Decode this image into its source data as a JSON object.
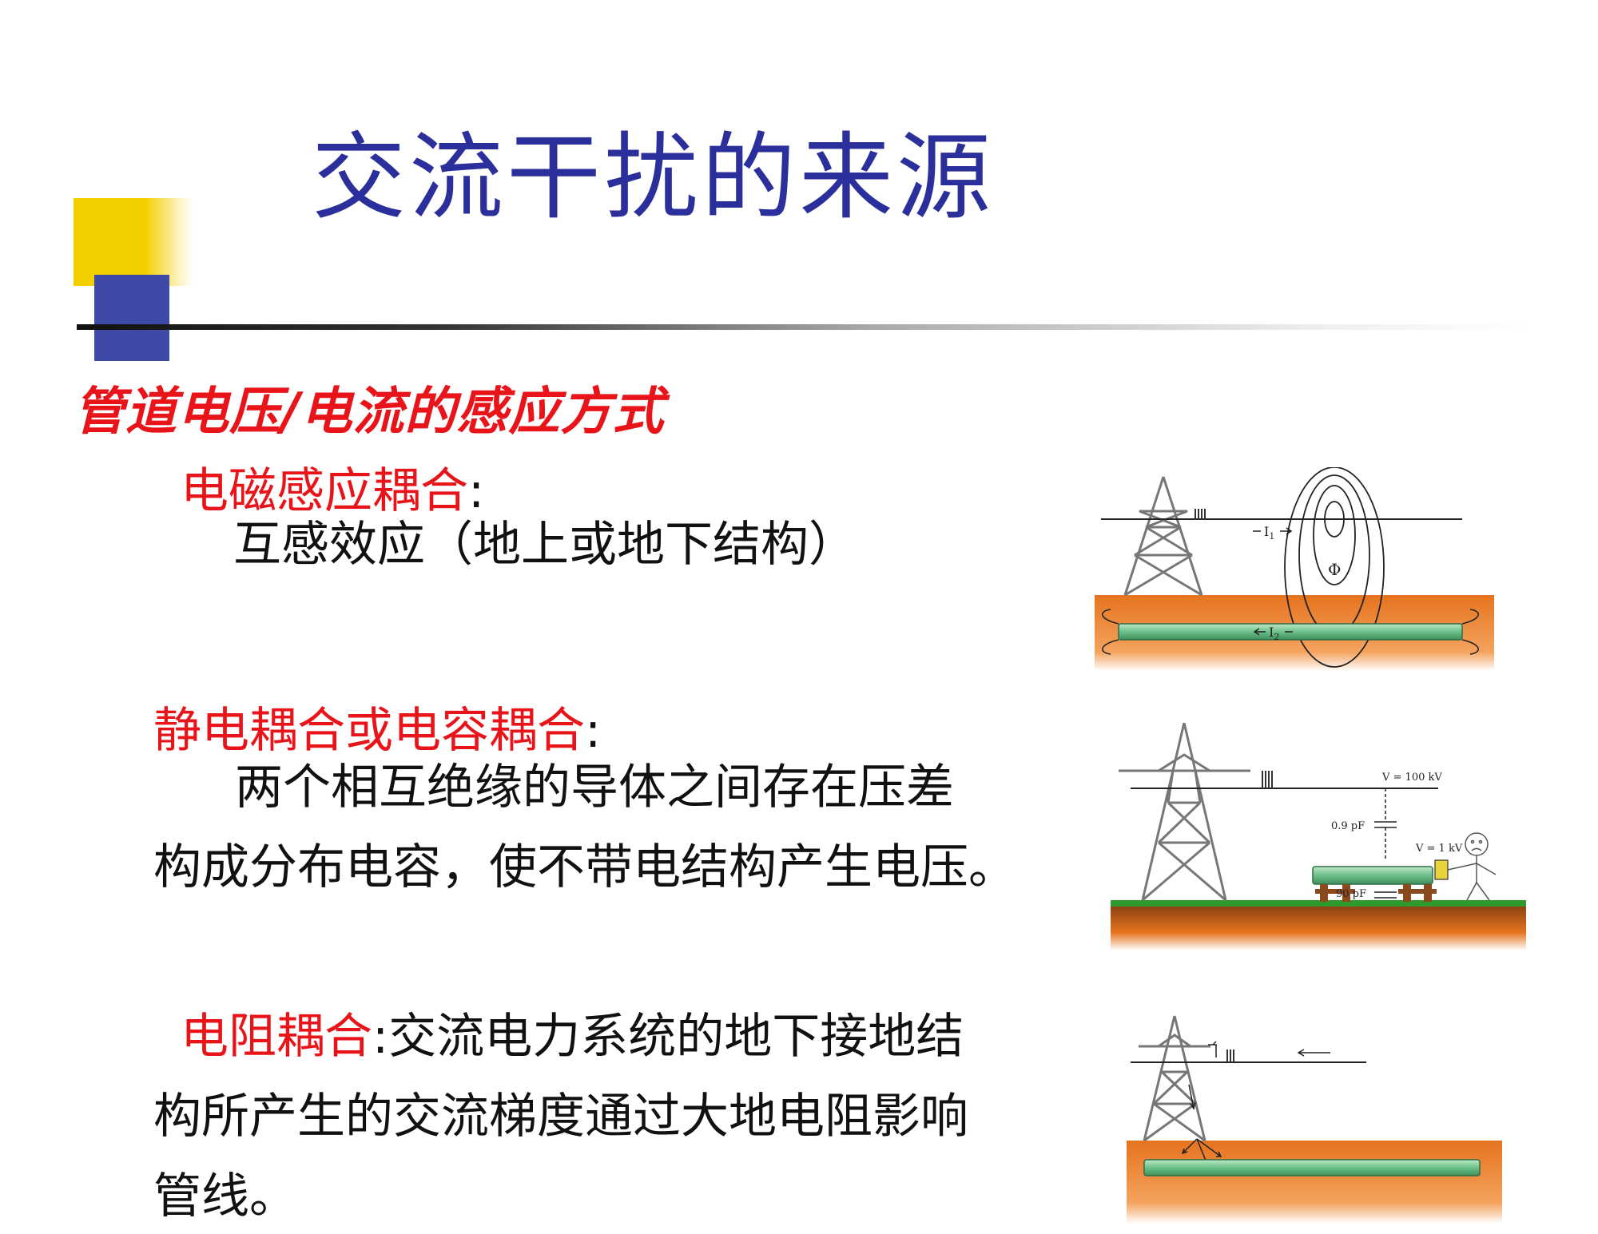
{
  "title": "交流干扰的来源",
  "subtitle": "管道电压/电流的感应方式",
  "sections": {
    "electromagnetic": {
      "term": "电磁感应耦合",
      "colon": ":",
      "text": "互感效应（地上或地下结构）"
    },
    "electrostatic": {
      "term": "静电耦合或电容耦合",
      "colon": ":",
      "line1": "两个相互绝缘的导体之间存在压差",
      "line2": "构成分布电容，使不带电结构产生电压。"
    },
    "resistive": {
      "term": "电阻耦合",
      "line1": ":交流电力系统的地下接地结",
      "line2": "构所产生的交流梯度通过大地电阻影响",
      "line3": "管线。"
    }
  },
  "diagrams": {
    "em": {
      "i1": "I",
      "i1_sub": "1",
      "i2": "I",
      "i2_sub": "2",
      "phi": "Φ"
    },
    "cap": {
      "v_line": "V = 100 kV",
      "c1": "0.9 pF",
      "v_pipe": "V = 1 kV",
      "c2": "90 pF"
    }
  },
  "colors": {
    "title": "#2b2f9c",
    "term": "#e8141a",
    "soil": "#e5731e",
    "pipe": "#6cc08a",
    "grass": "#2e9a2e"
  }
}
